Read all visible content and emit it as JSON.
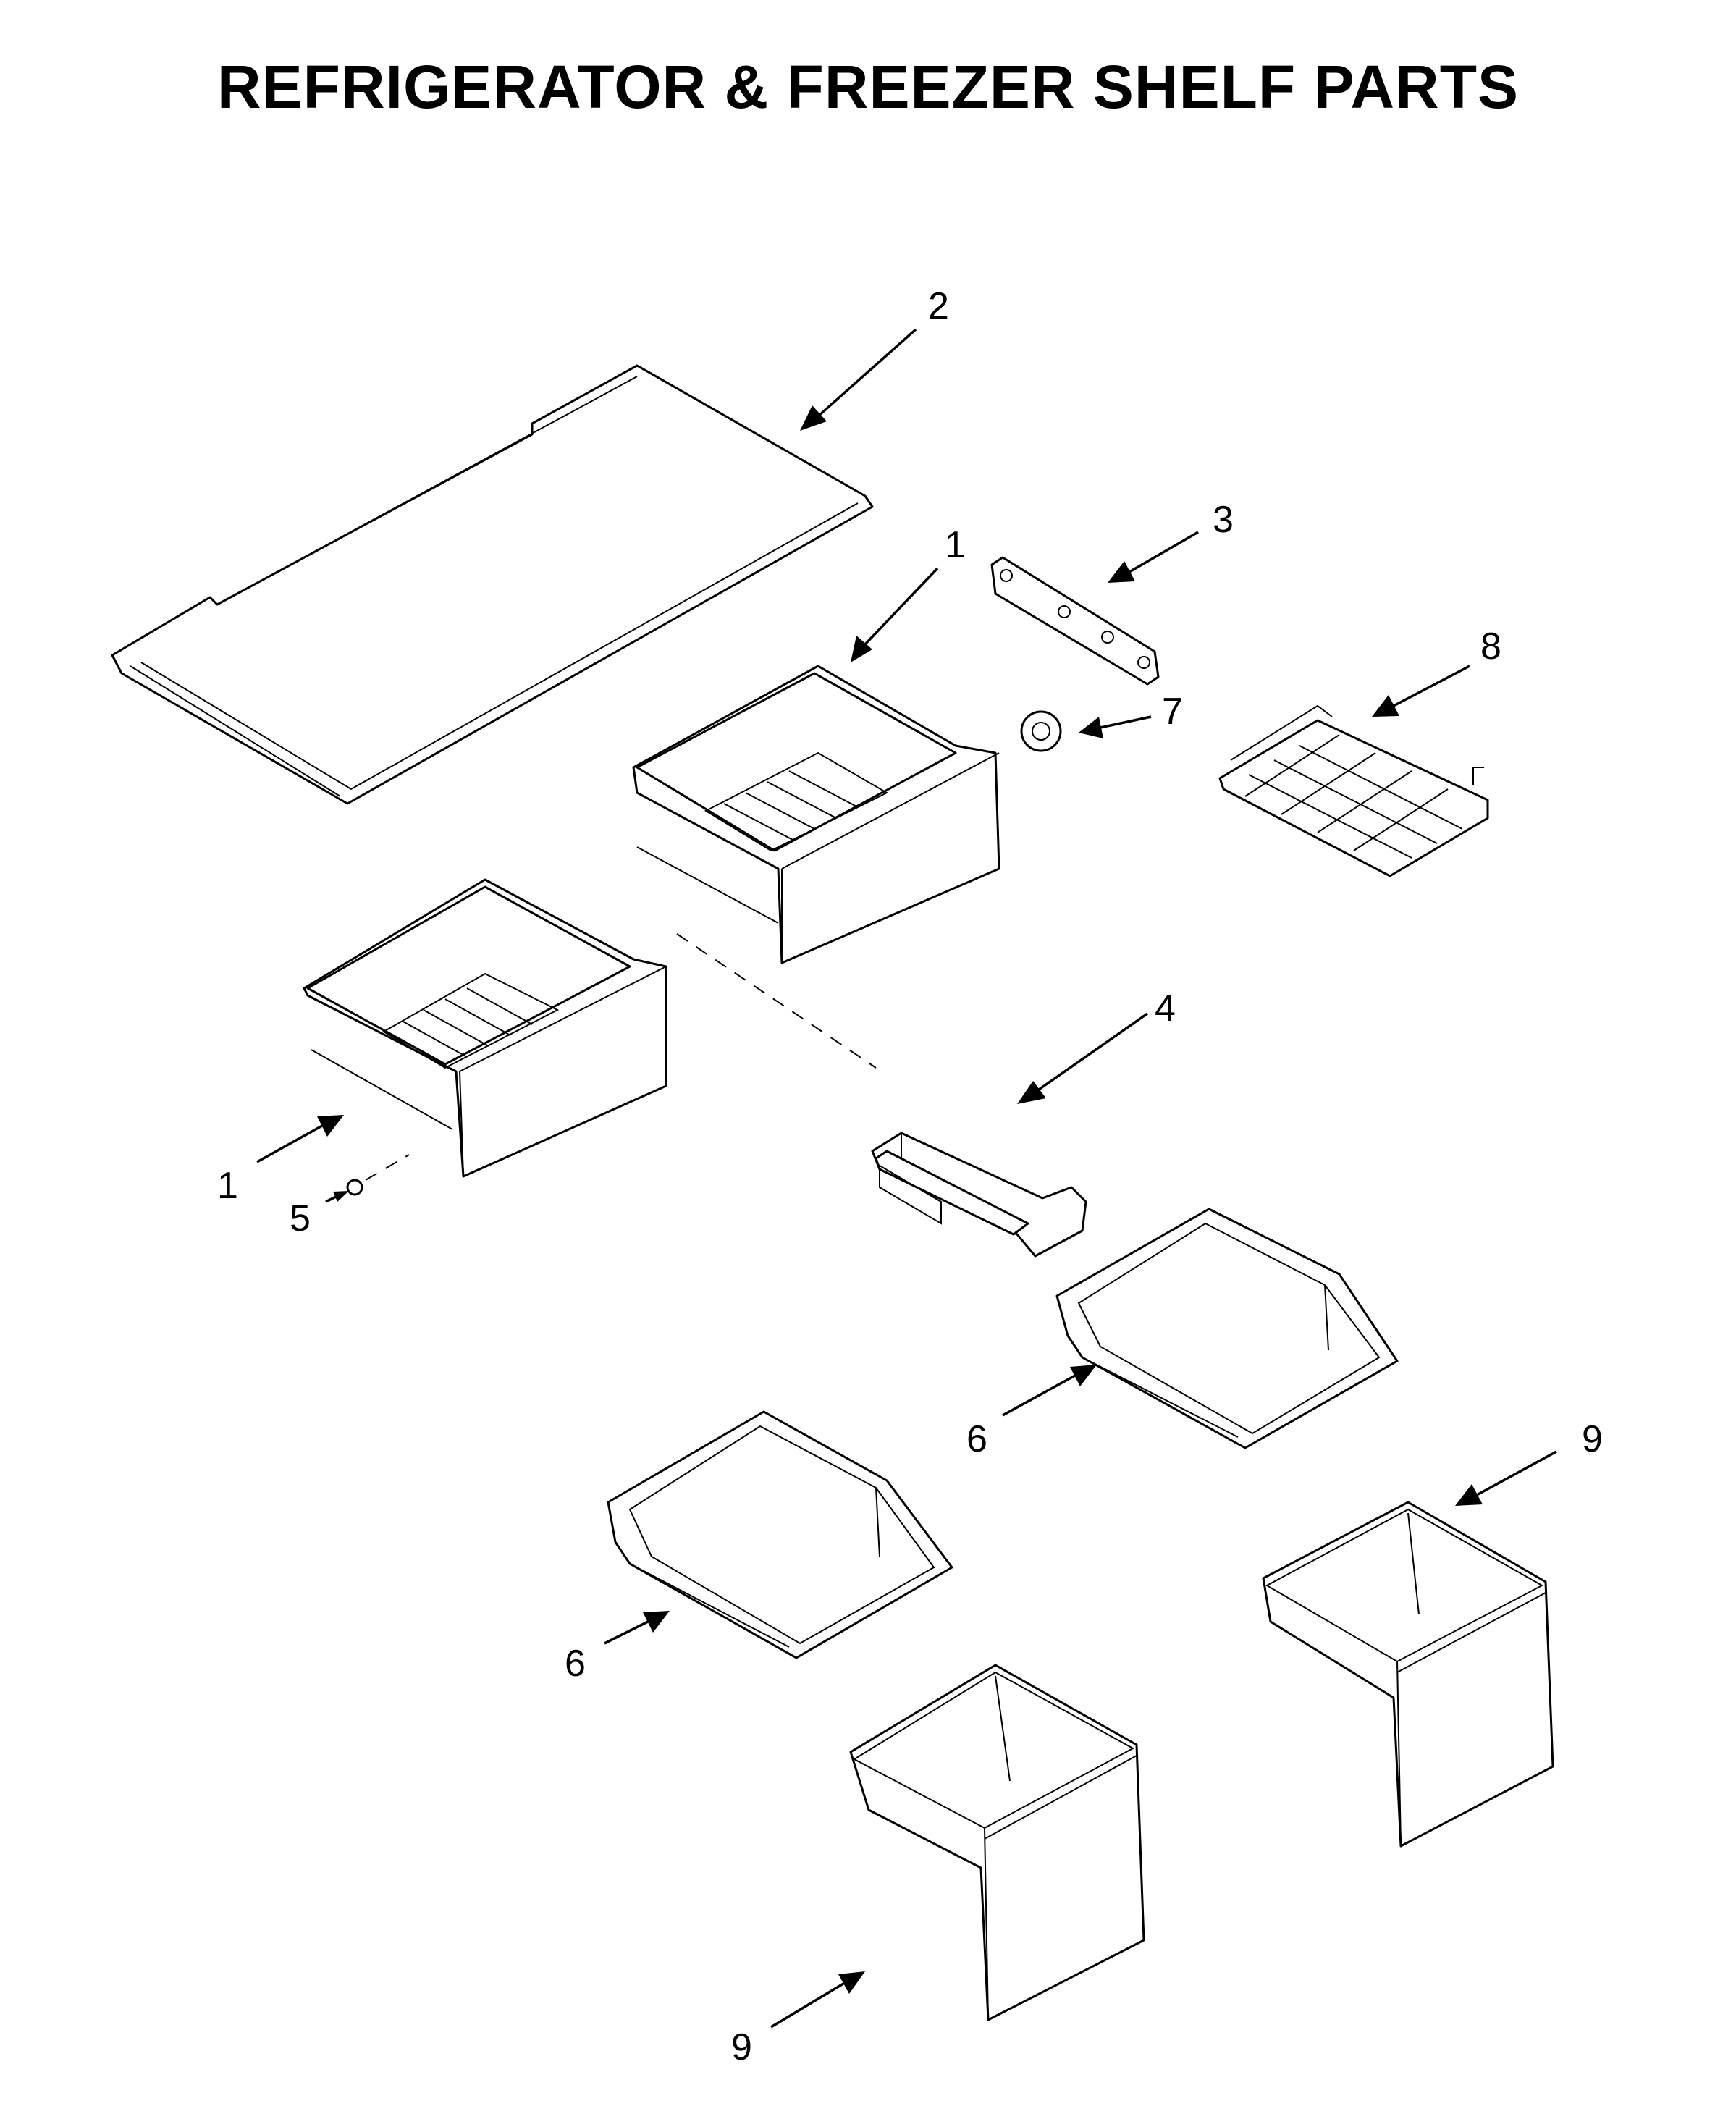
{
  "title": "REFRIGERATOR & FREEZER SHELF PARTS",
  "callouts": {
    "shelf_glass": "2",
    "drawer_upper": "1",
    "drawer_lower": "1",
    "rail_bracket": "3",
    "roller": "7",
    "wire_basket": "8",
    "slide_support": "4",
    "bumper": "5",
    "tray_right": "6",
    "tray_left": "6",
    "bin_right": "9",
    "bin_bottom": "9"
  }
}
